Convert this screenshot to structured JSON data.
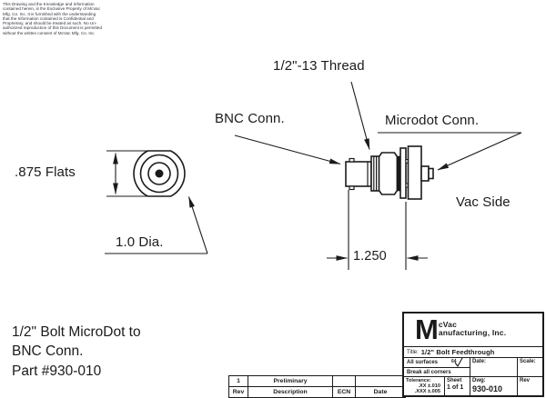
{
  "colors": {
    "ink": "#1b1b1b",
    "paper": "#ffffff"
  },
  "disclaimer": {
    "lines": [
      "This Drawing and the Knowledge and Information",
      "contained herein, is the Exclusive Property of McVac",
      "Mfg. Co. Inc. It is furnished with the understanding",
      "that the Information contained is Confidential and",
      "Proprietary, and should be treated as such. No Un-",
      "authorized reproduction of this Document is permitted",
      "without the written consent of McVac Mfg. Co. Inc"
    ]
  },
  "drawing_labels": {
    "thread": "1/2\"-13 Thread",
    "bnc": "BNC Conn.",
    "microdot": "Microdot Conn.",
    "vac_side": "Vac Side",
    "flats": ".875 Flats",
    "diameter": "1.0 Dia.",
    "length": "1.250"
  },
  "part_caption": {
    "line1": "1/2\" Bolt MicroDot to",
    "line2": "BNC Conn.",
    "line3": "Part #930-010"
  },
  "revision_table": {
    "rows": [
      {
        "rev": "1",
        "description": "Preliminary",
        "ecn": "",
        "date": ""
      }
    ],
    "headers": {
      "rev": "Rev",
      "description": "Description",
      "ecn": "ECN",
      "date": "Date"
    }
  },
  "title_block": {
    "company": {
      "initial": "M",
      "name_top": "cVac",
      "name_bottom": "anufacturing, Inc."
    },
    "title_label": "Title:",
    "title": "1/2\" Bolt Feedthrough",
    "all_surfaces": "All surfaces",
    "finish_value": "64",
    "break_corners": "Break all corners",
    "date_label": "Date:",
    "scale_label": "Scale:",
    "tolerance_label": "Tolerance:",
    "tol_xx": ".XX  ±.010",
    "tol_xxx": ".XXX  ±.005",
    "sheet_label": "Sheet",
    "sheet_value": "1  of  1",
    "dwg_label": "Dwg:",
    "dwg_value": "930-010",
    "rev_label": "Rev"
  }
}
